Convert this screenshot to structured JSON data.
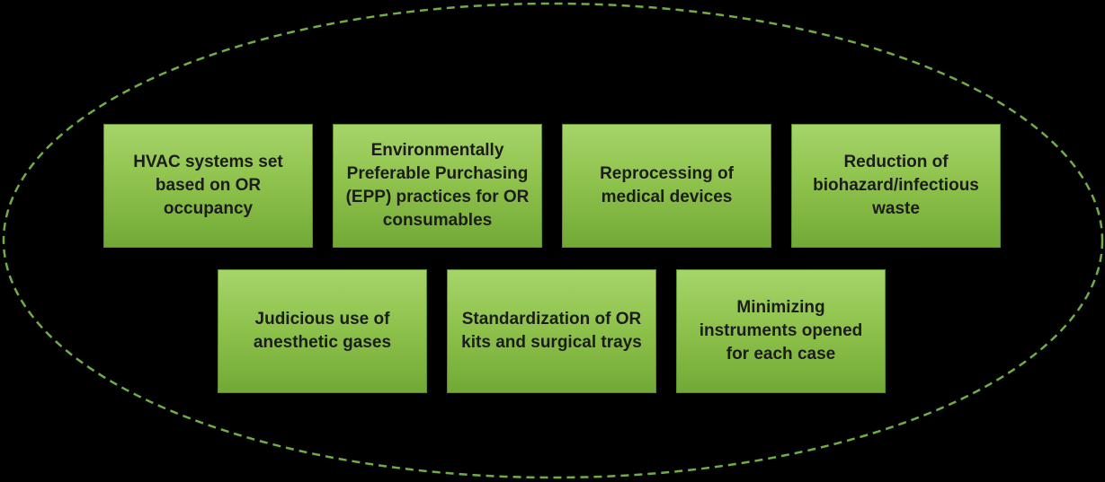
{
  "colors": {
    "background": "#000000",
    "ellipse_stroke": "#70ad47",
    "box_fill_top": "#a6d46a",
    "box_fill_bottom": "#72a936",
    "box_border": "#5b8f2e",
    "box_text": "#1c1c1c"
  },
  "boxes": [
    {
      "label": "HVAC systems set\nbased on OR\noccupancy"
    },
    {
      "label": "Environmentally\nPreferable Purchasing\n(EPP) practices for OR\nconsumables"
    },
    {
      "label": "Reprocessing of\nmedical devices"
    },
    {
      "label": "Reduction of\nbiohazard/infectious\nwaste"
    },
    {
      "label": "Judicious use of\nanesthetic gases"
    },
    {
      "label": "Standardization of OR\nkits and surgical trays"
    },
    {
      "label": "Minimizing\ninstruments opened\nfor each case"
    }
  ]
}
